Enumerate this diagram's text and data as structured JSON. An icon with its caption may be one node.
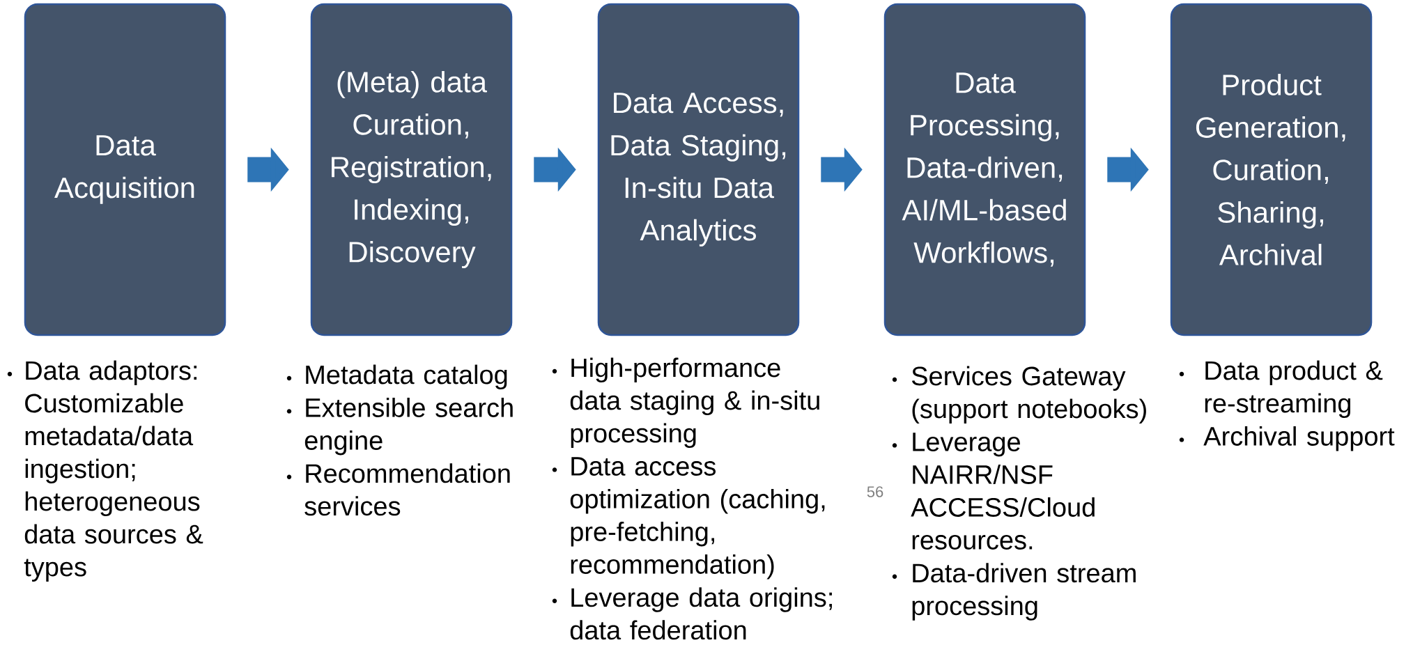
{
  "diagram": {
    "nodes": [
      {
        "text": [
          "Data Acquisition"
        ],
        "beside": [
          "Data adaptors: Customizable metadata/data ingestion; heterogeneous data sources & types"
        ]
      },
      {
        "text": [
          "(Meta) data Curation, Registration, Indexing, Discovery"
        ],
        "beside": [
          "Metadata catalog",
          "Extensible search engine",
          "Recommendation services"
        ]
      },
      {
        "text": [
          "Data Access, Data Staging, In-situ Data Analytics"
        ],
        "beside": [
          "High-performance data staging & in-situ processing",
          "Data access optimization (caching, pre-fetching, recommendation)",
          "Leverage data origins; data federation"
        ]
      },
      {
        "text": [
          "Data Processing, Data-driven, AI/ML-based Workflows,"
        ],
        "beside": [
          "Services Gateway (support notebooks)",
          "Leverage NAIRR/NSF ACCESS/Cloud resources.",
          "Data-driven stream processing"
        ]
      },
      {
        "text": [
          "Product Generation, Curation, Sharing, Archival"
        ],
        "beside": [
          "Data product & re-streaming",
          "Archival support"
        ]
      }
    ],
    "edges": [
      {
        "from": 0,
        "to": 1,
        "arrow": "to"
      },
      {
        "from": 1,
        "to": 2,
        "arrow": "to"
      },
      {
        "from": 2,
        "to": 3,
        "arrow": "to"
      },
      {
        "from": 3,
        "to": 4,
        "arrow": "to"
      }
    ],
    "labels": [
      "56"
    ]
  }
}
